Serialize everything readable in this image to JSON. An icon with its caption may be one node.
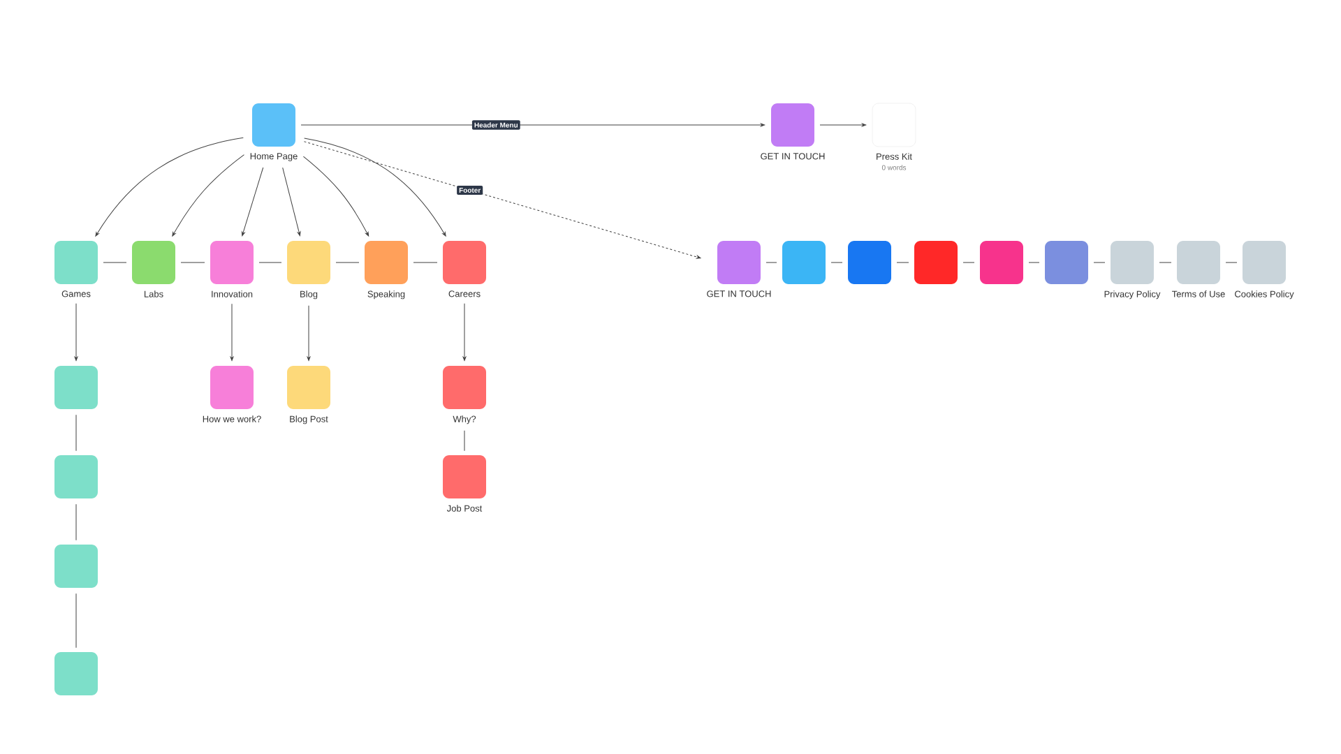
{
  "diagram": {
    "nodes": [
      {
        "text": [
          "Home Page"
        ]
      },
      {
        "text": [
          "GET IN TOUCH"
        ]
      },
      {
        "text": [
          "Press Kit"
        ],
        "beside": [
          "0 words"
        ]
      },
      {
        "text": [
          "Games"
        ]
      },
      {
        "text": [
          "Labs"
        ]
      },
      {
        "text": [
          "Innovation"
        ]
      },
      {
        "text": [
          "Blog"
        ]
      },
      {
        "text": [
          "Speaking"
        ]
      },
      {
        "text": [
          "Careers"
        ]
      },
      {
        "text": [
          "GET IN TOUCH"
        ]
      },
      {
        "text": [],
        "shape": "box"
      },
      {
        "text": [],
        "shape": "box"
      },
      {
        "text": [],
        "shape": "box"
      },
      {
        "text": [],
        "shape": "box"
      },
      {
        "text": [],
        "shape": "box"
      },
      {
        "text": [
          "Privacy Policy"
        ]
      },
      {
        "text": [
          "Terms of Use"
        ]
      },
      {
        "text": [
          "Cookies Policy"
        ]
      },
      {
        "text": [],
        "shape": "box"
      },
      {
        "text": [
          "How we work?"
        ]
      },
      {
        "text": [
          "Blog Post"
        ]
      },
      {
        "text": [
          "Why?"
        ]
      },
      {
        "text": [],
        "shape": "box"
      },
      {
        "text": [
          "Job Post"
        ]
      },
      {
        "text": [],
        "shape": "box"
      },
      {
        "text": [],
        "shape": "box"
      }
    ],
    "edges": [
      {
        "from": 0,
        "to": 1,
        "arrow": "to",
        "label": "Header Menu"
      },
      {
        "from": 0,
        "to": 9,
        "arrow": "to",
        "label": "Footer",
        "style": "dashed"
      },
      {
        "from": 1,
        "to": 2,
        "arrow": "to"
      },
      {
        "from": 0,
        "to": 3,
        "arrow": "to"
      },
      {
        "from": 0,
        "to": 4,
        "arrow": "to"
      },
      {
        "from": 0,
        "to": 5,
        "arrow": "to"
      },
      {
        "from": 0,
        "to": 6,
        "arrow": "to"
      },
      {
        "from": 0,
        "to": 7,
        "arrow": "to"
      },
      {
        "from": 0,
        "to": 8,
        "arrow": "to"
      },
      {
        "from": 3,
        "to": 4,
        "arrow": "none"
      },
      {
        "from": 4,
        "to": 5,
        "arrow": "none"
      },
      {
        "from": 5,
        "to": 6,
        "arrow": "none"
      },
      {
        "from": 6,
        "to": 7,
        "arrow": "none"
      },
      {
        "from": 7,
        "to": 8,
        "arrow": "none"
      },
      {
        "from": 9,
        "to": 10,
        "arrow": "none"
      },
      {
        "from": 10,
        "to": 11,
        "arrow": "none"
      },
      {
        "from": 11,
        "to": 12,
        "arrow": "none"
      },
      {
        "from": 12,
        "to": 13,
        "arrow": "none"
      },
      {
        "from": 13,
        "to": 14,
        "arrow": "none"
      },
      {
        "from": 14,
        "to": 15,
        "arrow": "none"
      },
      {
        "from": 15,
        "to": 16,
        "arrow": "none"
      },
      {
        "from": 16,
        "to": 17,
        "arrow": "none"
      },
      {
        "from": 3,
        "to": 18,
        "arrow": "to"
      },
      {
        "from": 5,
        "to": 19,
        "arrow": "to"
      },
      {
        "from": 6,
        "to": 20,
        "arrow": "to"
      },
      {
        "from": 8,
        "to": 21,
        "arrow": "to"
      },
      {
        "from": 18,
        "to": 22,
        "arrow": "none"
      },
      {
        "from": 22,
        "to": 24,
        "arrow": "none"
      },
      {
        "from": 24,
        "to": 25,
        "arrow": "none"
      },
      {
        "from": 21,
        "to": 23,
        "arrow": "none"
      }
    ]
  }
}
